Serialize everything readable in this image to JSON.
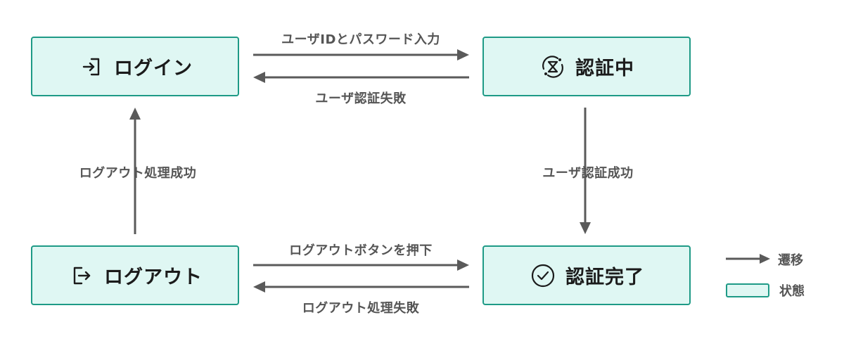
{
  "states": {
    "login": "ログイン",
    "authenticating": "認証中",
    "logout": "ログアウト",
    "authenticated": "認証完了"
  },
  "transitions": {
    "input_credentials": "ユーザIDとパスワード入力",
    "auth_failed": "ユーザ認証失敗",
    "auth_success": "ユーザ認証成功",
    "logout_success": "ログアウト処理成功",
    "logout_pressed": "ログアウトボタンを押下",
    "logout_failed": "ログアウト処理失敗"
  },
  "legend": {
    "transition": "遷移",
    "state": "状態"
  },
  "colors": {
    "state_fill": "#dff7f3",
    "state_border": "#1e9a86",
    "arrow": "#5a5a5a"
  }
}
